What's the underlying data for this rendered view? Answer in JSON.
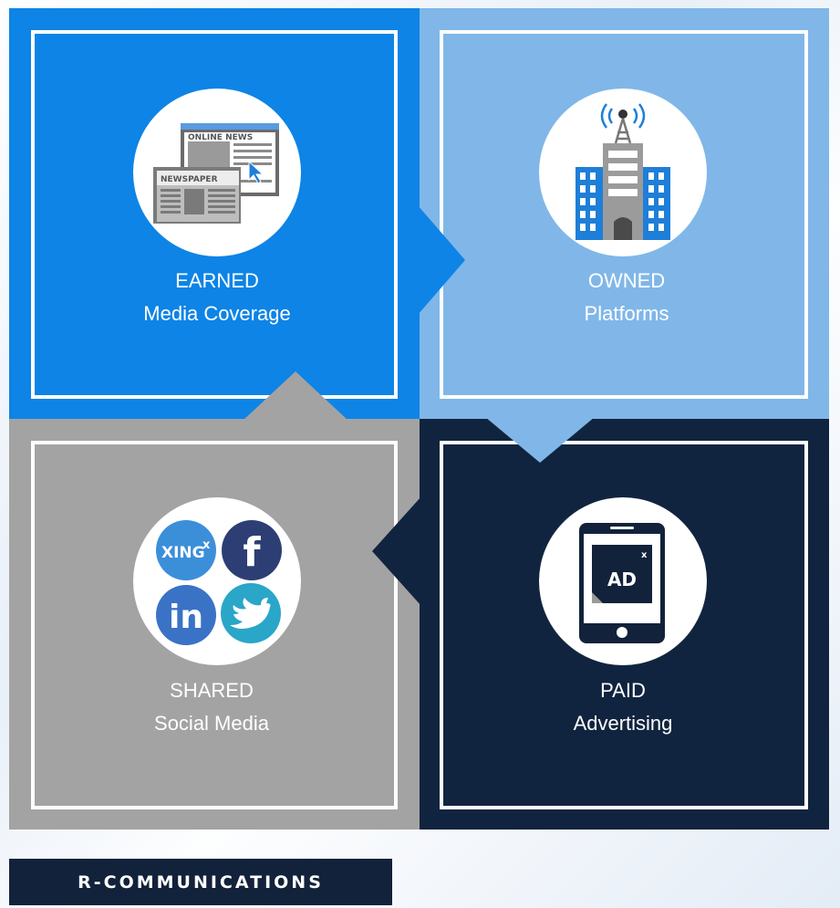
{
  "quadrants": {
    "earned": {
      "title": "EARNED",
      "subtitle": "Media Coverage",
      "icon": "newspaper-online-news-icon",
      "color": "#0d84e6",
      "icon_text": {
        "online": "ONLINE NEWS",
        "paper": "NEWSPAPER"
      }
    },
    "owned": {
      "title": "OWNED",
      "subtitle": "Platforms",
      "icon": "building-antenna-icon",
      "color": "#80b7e8"
    },
    "shared": {
      "title": "SHARED",
      "subtitle": "Social Media",
      "icon": "social-media-icons",
      "color": "#a3a3a3",
      "icon_text": {
        "xing": "XING",
        "facebook": "f",
        "linkedin": "in"
      }
    },
    "paid": {
      "title": "PAID",
      "subtitle": "Advertising",
      "icon": "tablet-ad-icon",
      "color": "#11243f",
      "icon_text": {
        "ad": "AD",
        "close": "x"
      }
    }
  },
  "brand": {
    "label": "R-COMMUNICATIONS",
    "color": "#12223a"
  }
}
